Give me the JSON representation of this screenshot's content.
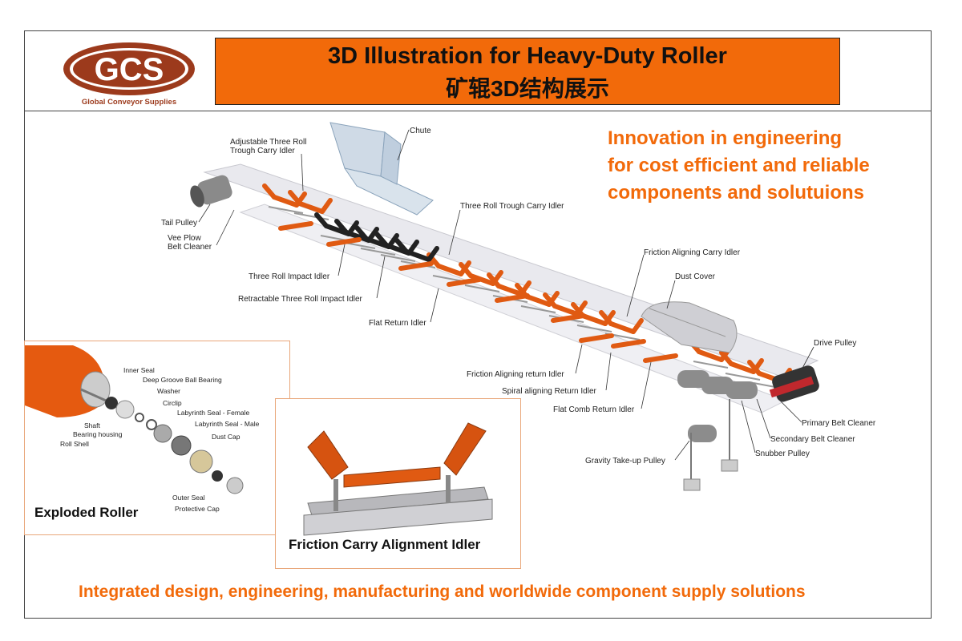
{
  "logo": {
    "text": "GCS",
    "subtitle": "Global Conveyor Supplies"
  },
  "title": {
    "en": "3D Illustration for Heavy-Duty Roller",
    "cn": "矿辊3D结构展示"
  },
  "tagline": [
    "Innovation in engineering",
    "for cost efficient and reliable",
    "components and solutuions"
  ],
  "footer": "Integrated design, engineering, manufacturing and worldwide component supply solutions",
  "labels": {
    "chute": "Chute",
    "adjustable_idler": "Adjustable Three Roll",
    "adjustable_idler_2": "Trough Carry Idler",
    "tail_pulley": "Tail Pulley",
    "vee_plow": "Vee Plow",
    "vee_plow_2": "Belt Cleaner",
    "three_roll_trough": "Three Roll Trough Carry Idler",
    "three_roll_impact": "Three Roll Impact Idler",
    "retractable_impact": "Retractable Three Roll Impact Idler",
    "flat_return": "Flat Return Idler",
    "friction_aligning_carry": "Friction Aligning Carry Idler",
    "dust_cover": "Dust Cover",
    "drive_pulley": "Drive Pulley",
    "friction_aligning_return": "Friction Aligning return Idler",
    "spiral_aligning_return": "Spiral aligning Return Idler",
    "flat_comb_return": "Flat Comb Return Idler",
    "primary_cleaner": "Primary Belt Cleaner",
    "secondary_cleaner": "Secondary Belt Cleaner",
    "snubber_pulley": "Snubber Pulley",
    "gravity_takeup": "Gravity Take-up Pulley"
  },
  "exploded": {
    "title": "Exploded Roller",
    "inner_seal": "Inner Seal",
    "bearing": "Deep Groove Ball Bearing",
    "washer": "Washer",
    "circlip": "Circlip",
    "lab_female": "Labyrinth Seal - Female",
    "lab_male": "Labyrinth Seal - Male",
    "dust_cap": "Dust Cap",
    "shaft": "Shaft",
    "bearing_housing": "Bearing housing",
    "roll_shell": "Roll Shell",
    "outer_seal": "Outer Seal",
    "protective_cap": "Protective Cap"
  },
  "friction_inset": {
    "title": "Friction Carry Alignment Idler"
  },
  "colors": {
    "accent": "#f26a0a",
    "logo_brown": "#9c3a1c",
    "belt": "#e6e6ea"
  }
}
